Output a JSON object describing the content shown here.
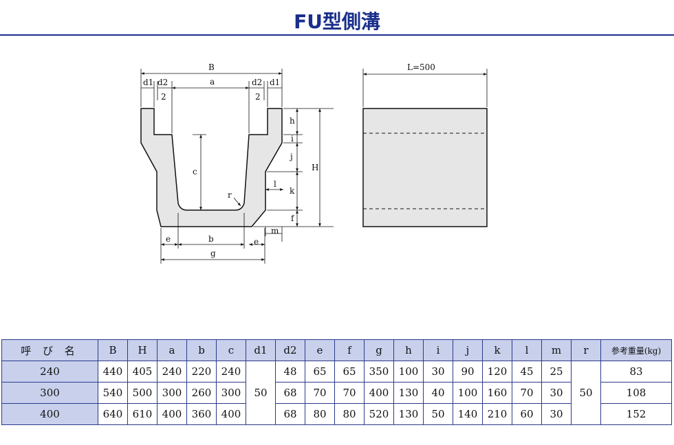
{
  "page": {
    "title": "FU型側溝"
  },
  "drawing": {
    "labels": {
      "B": "B",
      "a": "a",
      "b": "b",
      "c": "c",
      "g": "g",
      "d1": "d1",
      "d2": "d2",
      "two": "2",
      "e": "e",
      "h": "h",
      "i": "i",
      "j": "j",
      "k": "k",
      "l": "l",
      "f": "f",
      "m": "m",
      "H": "H",
      "r": "r",
      "length": "L=500"
    }
  },
  "table": {
    "headers": [
      "呼 び 名",
      "B",
      "H",
      "a",
      "b",
      "c",
      "d1",
      "d2",
      "e",
      "f",
      "g",
      "h",
      "i",
      "j",
      "k",
      "l",
      "m",
      "r",
      "参考重量(kg)"
    ],
    "rows": [
      {
        "name": "240",
        "B": "440",
        "H": "405",
        "a": "240",
        "b": "220",
        "c": "240",
        "d2": "48",
        "e": "65",
        "f": "65",
        "g": "350",
        "h": "100",
        "i": "30",
        "j": "90",
        "k": "120",
        "l": "45",
        "m": "25",
        "weight": "83"
      },
      {
        "name": "300",
        "B": "540",
        "H": "500",
        "a": "300",
        "b": "260",
        "c": "300",
        "d2": "68",
        "e": "70",
        "f": "70",
        "g": "400",
        "h": "130",
        "i": "40",
        "j": "100",
        "k": "160",
        "l": "70",
        "m": "30",
        "weight": "108"
      },
      {
        "name": "400",
        "B": "640",
        "H": "610",
        "a": "400",
        "b": "360",
        "c": "400",
        "d2": "68",
        "e": "80",
        "f": "80",
        "g": "520",
        "h": "130",
        "i": "50",
        "j": "140",
        "k": "210",
        "l": "60",
        "m": "30",
        "weight": "152"
      }
    ],
    "d1_value": "50",
    "r_value": "50"
  },
  "colors": {
    "title": "#1a2f8a",
    "header_bg": "#c8d0ec",
    "border": "#2a3a8a",
    "concrete": "#e6e6e6"
  }
}
